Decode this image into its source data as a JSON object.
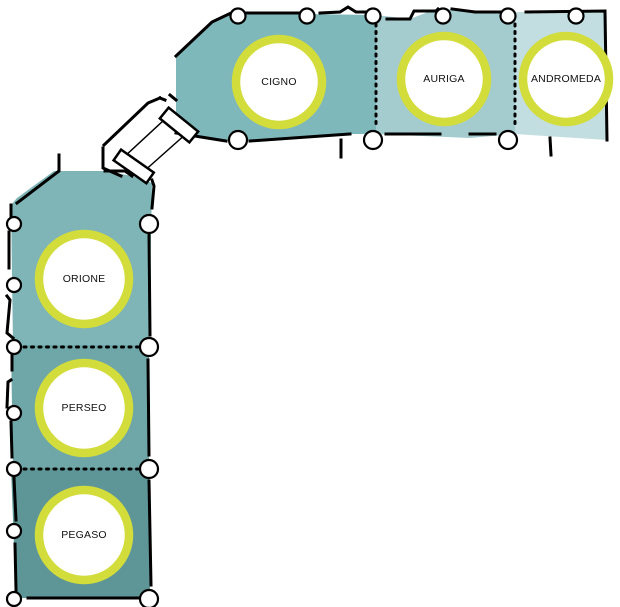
{
  "plan": {
    "rooms": [
      {
        "id": "cigno",
        "label": "CIGNO"
      },
      {
        "id": "auriga",
        "label": "AURIGA"
      },
      {
        "id": "andromeda",
        "label": "ANDROMEDA"
      },
      {
        "id": "orione",
        "label": "ORIONE"
      },
      {
        "id": "perseo",
        "label": "PERSEO"
      },
      {
        "id": "pegaso",
        "label": "PEGASO"
      }
    ],
    "colors": {
      "cigno": "#7fb8bb",
      "auriga": "#a4cbce",
      "andromeda": "#c2dee0",
      "orione": "#7fb5b6",
      "perseo": "#6fa7a8",
      "pegaso": "#5e9698",
      "ring": "#d2dc3a",
      "wall": "#000000"
    }
  }
}
